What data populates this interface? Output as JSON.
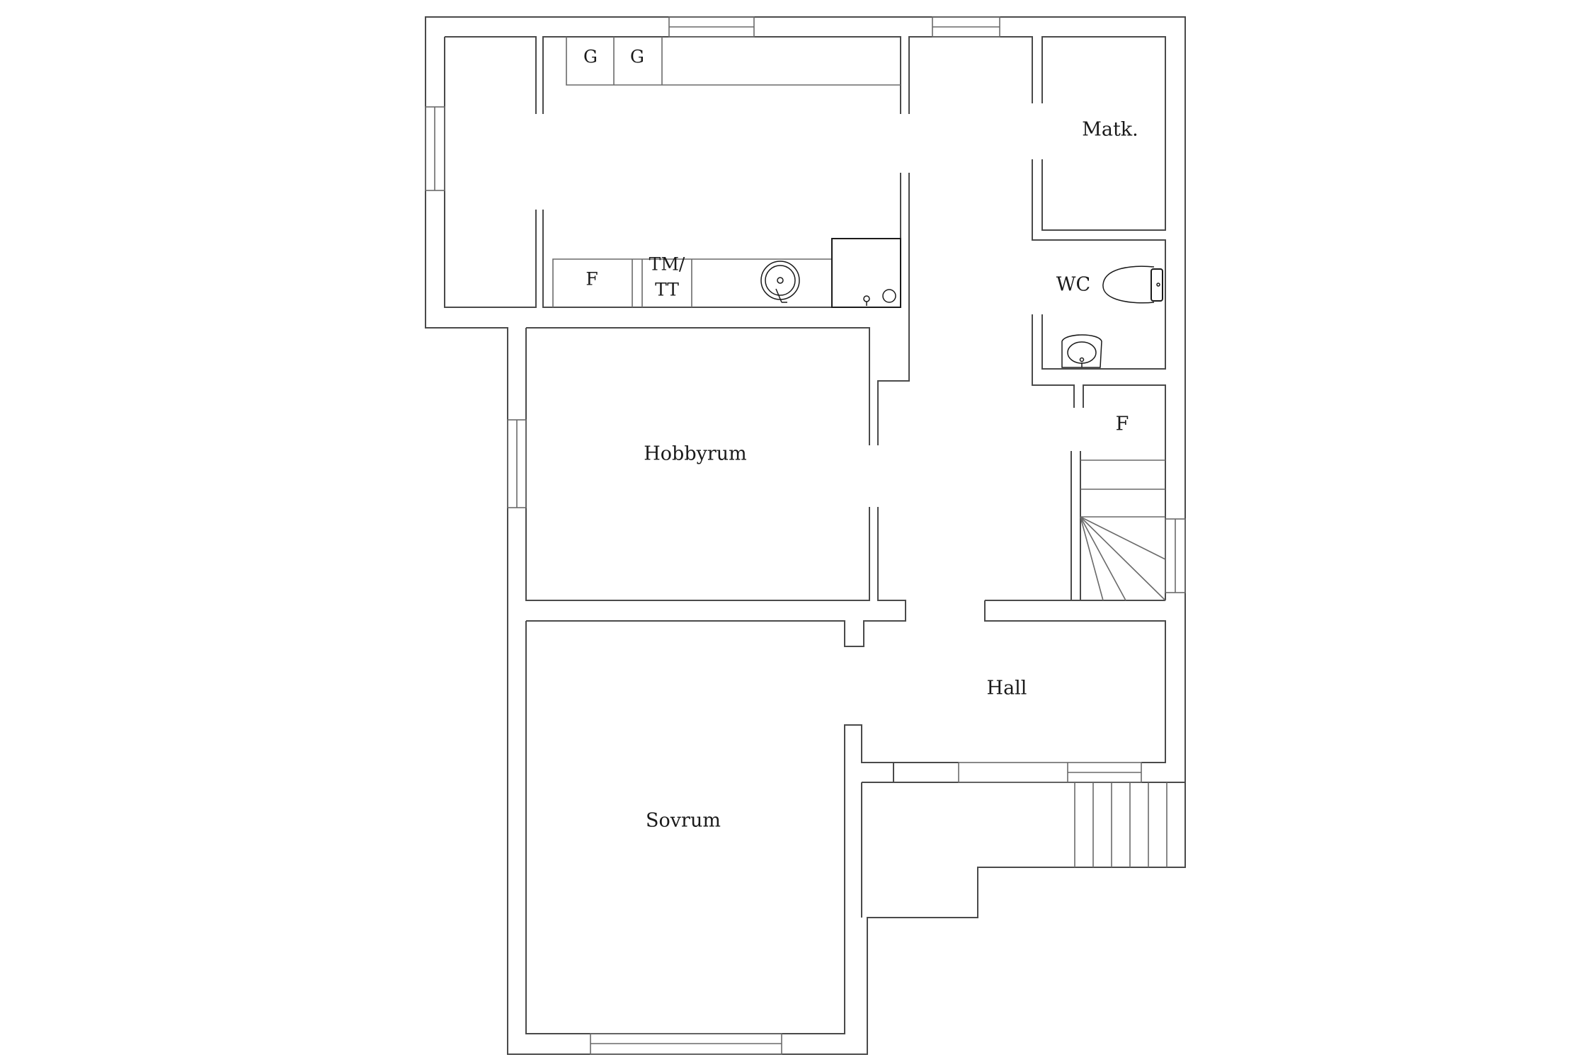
{
  "rooms": {
    "matk": "Matk.",
    "wc": "WC",
    "closet": "F",
    "hobby": "Hobbyrum",
    "hall": "Hall",
    "bedroom": "Sovrum"
  },
  "laundry": {
    "g1": "G",
    "g2": "G",
    "freezer": "F",
    "washer_line1": "TM/",
    "washer_line2": "TT"
  }
}
